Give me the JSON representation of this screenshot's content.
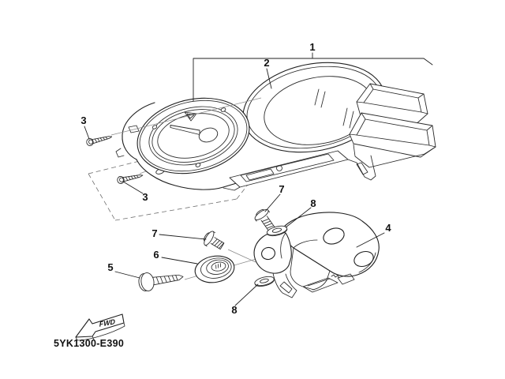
{
  "diagram": {
    "code": "5YK1300-E390",
    "fwd_label": "FWD",
    "callouts": {
      "c1": "1",
      "c2": "2",
      "c3a": "3",
      "c3b": "3",
      "c4": "4",
      "c5": "5",
      "c6": "6",
      "c7a": "7",
      "c7b": "7",
      "c8a": "8",
      "c8b": "8"
    }
  }
}
